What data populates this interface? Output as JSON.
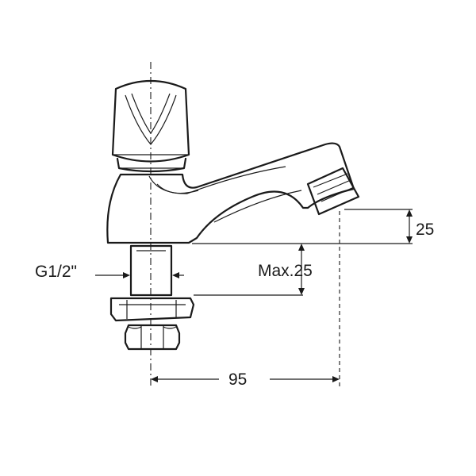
{
  "dimensions": {
    "thread_label": "G1/2\"",
    "max_thickness_label": "Max.25",
    "outlet_height_label": "25",
    "reach_label": "95"
  }
}
